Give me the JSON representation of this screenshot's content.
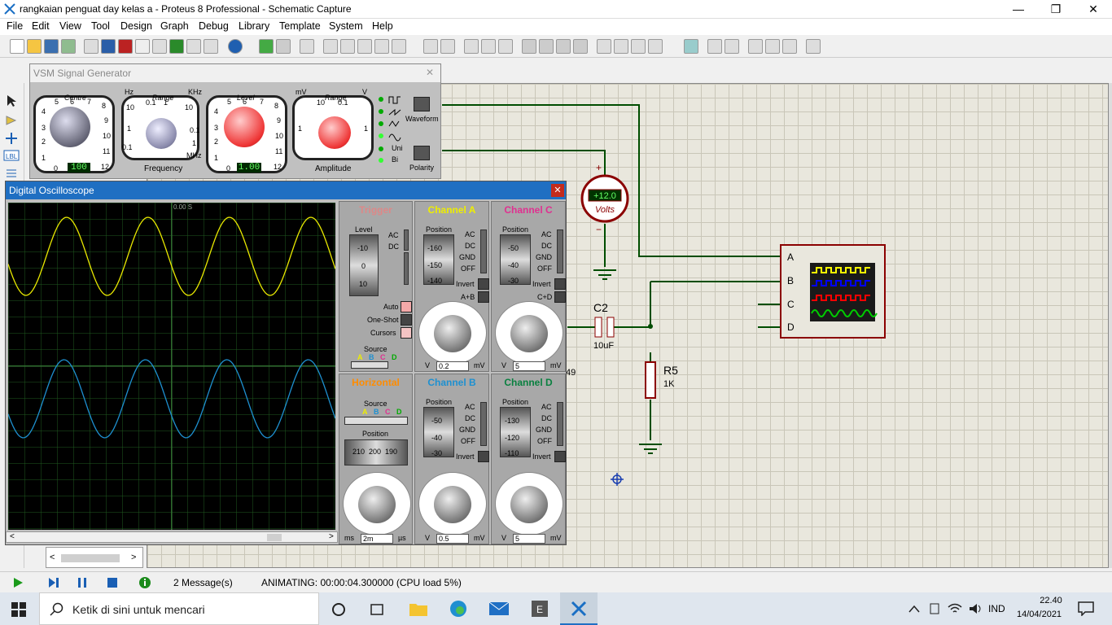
{
  "window": {
    "title": "rangkaian penguat day kelas a - Proteus 8 Professional - Schematic Capture",
    "min": "—",
    "max": "❐",
    "close": "✕"
  },
  "menu": [
    "File",
    "Edit",
    "View",
    "Tool",
    "Design",
    "Graph",
    "Debug",
    "Library",
    "Template",
    "System",
    "Help"
  ],
  "siggen": {
    "title": "VSM Signal Generator",
    "centre_label": "Centre",
    "range_label": "Range",
    "level_label": "Level",
    "freq_caption": "Frequency",
    "amp_caption": "Amplitude",
    "centre_value": "100",
    "level_value": "1.00",
    "hz": "Hz",
    "khz": "KHz",
    "mhz": "MHz",
    "mv": "mV",
    "v": "V",
    "centre_scale": [
      "0",
      "1",
      "2",
      "3",
      "4",
      "5",
      "6",
      "7",
      "8",
      "9",
      "10",
      "11",
      "12"
    ],
    "freq_range": [
      "10",
      "0.1",
      "1",
      "10",
      "1",
      "0.1",
      "0.1",
      "1"
    ],
    "amp_range": [
      "10",
      "0.1",
      "1",
      "1"
    ],
    "waveform_label": "Waveform",
    "polarity_label": "Polarity",
    "uni": "Uni",
    "bi": "Bi"
  },
  "osc": {
    "title": "Digital Oscilloscope",
    "time_label": "0.00 S",
    "close": "✕",
    "trigger": {
      "title": "Trigger",
      "level": "Level",
      "ac": "AC",
      "dc": "DC",
      "ticks": [
        "-10",
        "0",
        "10"
      ],
      "auto": "Auto",
      "oneshot": "One-Shot",
      "cursors": "Cursors",
      "source": "Source",
      "src": [
        "A",
        "B",
        "C",
        "D"
      ]
    },
    "chA": {
      "title": "Channel A",
      "position": "Position",
      "ticks": [
        "-160",
        "-150",
        "-140"
      ],
      "ac": "AC",
      "dc": "DC",
      "gnd": "GND",
      "off": "OFF",
      "invert": "Invert",
      "extra": "A+B",
      "value": "0.2",
      "v": "V",
      "mv": "mV"
    },
    "chC": {
      "title": "Channel C",
      "position": "Position",
      "ticks": [
        "-50",
        "-40",
        "-30"
      ],
      "ac": "AC",
      "dc": "DC",
      "gnd": "GND",
      "off": "OFF",
      "invert": "Invert",
      "extra": "C+D",
      "value": "5",
      "v": "V",
      "mv": "mV"
    },
    "horiz": {
      "title": "Horizontal",
      "source": "Source",
      "position": "Position",
      "ticks": [
        "210",
        "200",
        "190"
      ],
      "value": "2m",
      "ms": "ms",
      "us": "µs",
      "src": [
        "A",
        "B",
        "C",
        "D"
      ]
    },
    "chB": {
      "title": "Channel B",
      "position": "Position",
      "ticks": [
        "-50",
        "-40",
        "-30"
      ],
      "ac": "AC",
      "dc": "DC",
      "gnd": "GND",
      "off": "OFF",
      "invert": "Invert",
      "value": "0.5",
      "v": "V",
      "mv": "mV"
    },
    "chD": {
      "title": "Channel D",
      "position": "Position",
      "ticks": [
        "-130",
        "-120",
        "-110"
      ],
      "ac": "AC",
      "dc": "DC",
      "gnd": "GND",
      "off": "OFF",
      "invert": "Invert",
      "value": "5",
      "v": "V",
      "mv": "mV"
    },
    "colors": {
      "a": "#ffff00",
      "b": "#00a0ff",
      "c": "#ff1493",
      "d": "#00a050",
      "h": "#ff8c00"
    }
  },
  "schematic": {
    "voltmeter": "+12.0",
    "volts": "Volts",
    "plus": "+",
    "minus": "−",
    "c2": "C2",
    "c2_val": "10uF",
    "r5": "R5",
    "r5_val": "1K",
    "scope_pins": [
      "A",
      "B",
      "C",
      "D"
    ],
    "stray": "49"
  },
  "status": {
    "messages": "2 Message(s)",
    "animating": "ANIMATING: 00:00:04.300000 (CPU load 5%)"
  },
  "taskbar": {
    "search": "Ketik di sini untuk mencari",
    "lang": "IND",
    "time": "22.40",
    "date": "14/04/2021"
  }
}
